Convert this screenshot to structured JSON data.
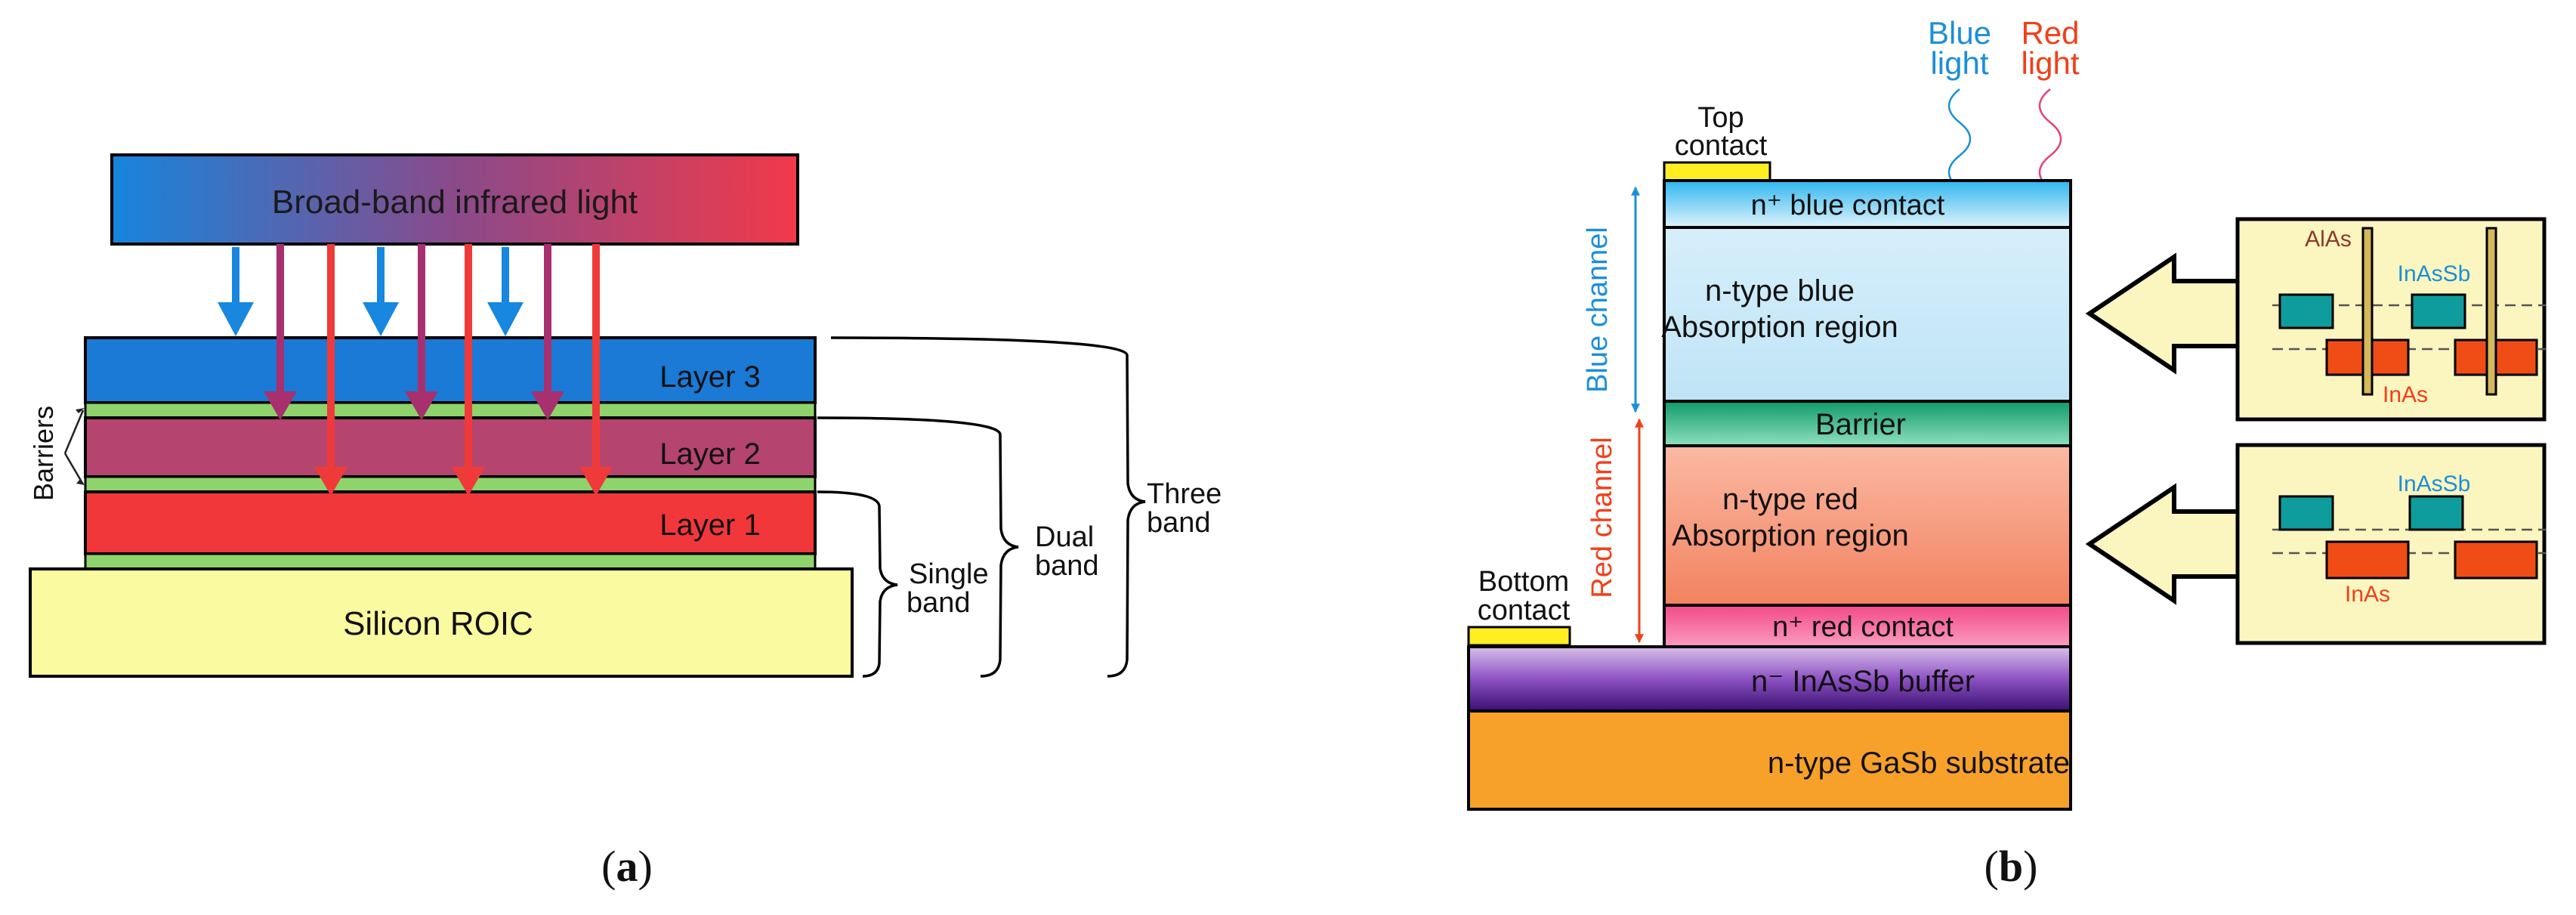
{
  "panel_a": {
    "caption": "(a)",
    "caption_letter": "a",
    "light_bar": "Broad-band infrared light",
    "layer3": "Layer 3",
    "layer2": "Layer 2",
    "layer1": "Layer 1",
    "substrate": "Silicon ROIC",
    "barriers": "Barriers",
    "single_band": [
      "Single",
      "band"
    ],
    "dual_band": [
      "Dual",
      "band"
    ],
    "three_band": [
      "Three",
      "band"
    ],
    "colors": {
      "blue": "#1787e0",
      "purple": "#a8306f",
      "red": "#f03a3a",
      "green": "#8ed36b",
      "yellow": "#fafaa0"
    }
  },
  "panel_b": {
    "caption": "(b)",
    "caption_letter": "b",
    "blue_light": [
      "Blue",
      "light"
    ],
    "red_light": [
      "Red",
      "light"
    ],
    "top_contact": [
      "Top",
      "contact"
    ],
    "bottom_contact": [
      "Bottom",
      "contact"
    ],
    "blue_contact": "n⁺ blue contact",
    "blue_absorption": [
      "n-type blue",
      "Absorption region"
    ],
    "barrier": "Barrier",
    "red_absorption": [
      "n-type red",
      "Absorption region"
    ],
    "red_contact": "n⁺ red contact",
    "buffer": "n⁻ InAsSb buffer",
    "substrate": "n-type GaSb substrate",
    "blue_channel": "Blue channel",
    "red_channel": "Red channel",
    "inset_top": {
      "alas": "AlAs",
      "inassb": "InAsSb",
      "inas": "InAs"
    },
    "inset_bottom": {
      "inassb": "InAsSb",
      "inas": "InAs"
    },
    "colors": {
      "blue_text": "#1b8fd8",
      "red_text": "#f0401a",
      "teal": "#0f9c9c",
      "orange_red": "#f04d16",
      "inset_bg": "#fbf5c0",
      "contact_yellow": "#ffee22"
    }
  }
}
